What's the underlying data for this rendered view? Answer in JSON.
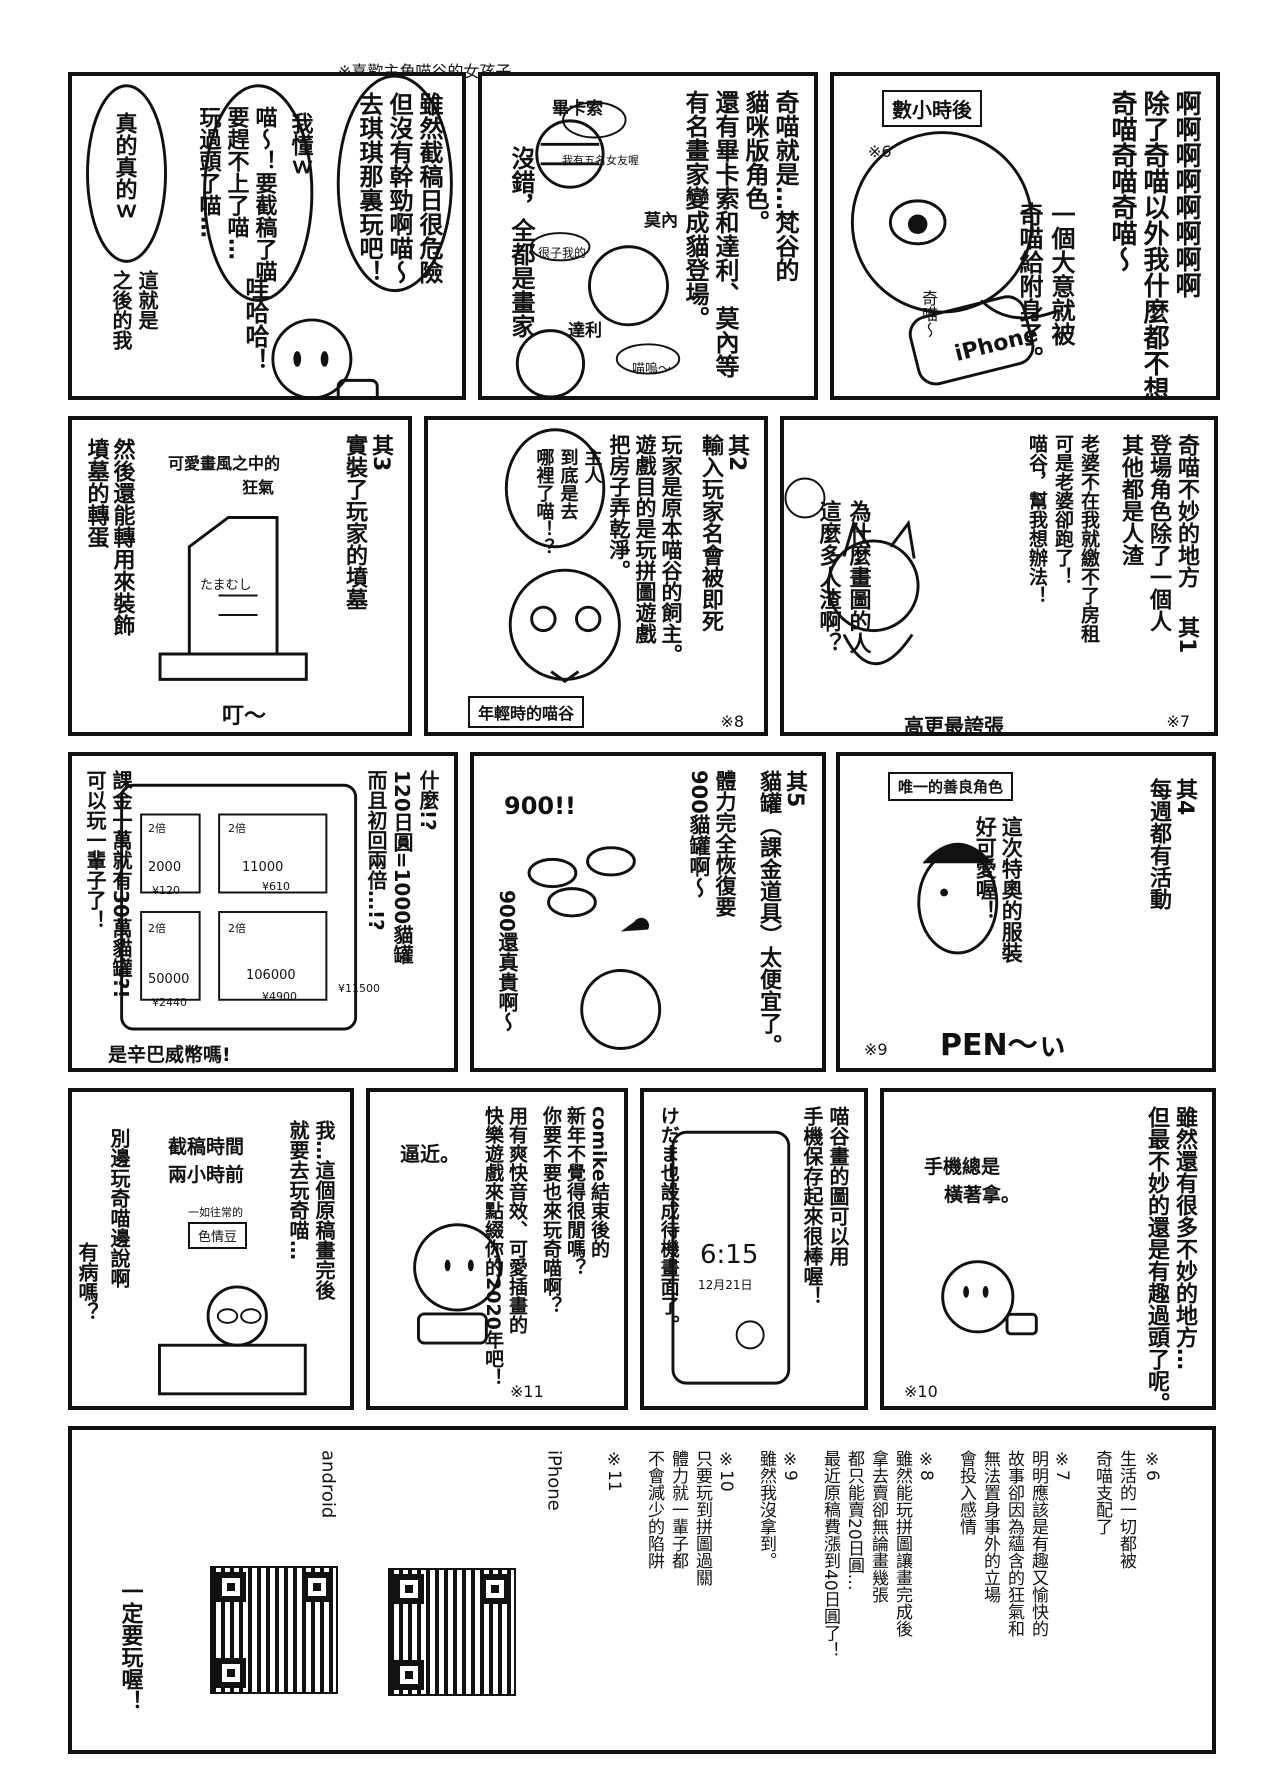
{
  "header": {
    "caption": "※喜歡主角喵谷的女孩子"
  },
  "row1": {
    "p1": {
      "heading": "數小時後",
      "line1": "啊啊啊啊啊啊啊啊",
      "line2": "除了奇喵以外我什麼都不想做",
      "line3": "奇喵奇喵奇喵～",
      "line4": "一個大意就被",
      "line5": "奇喵給附身了。",
      "bubble": "奇喵～",
      "phone_label": "iPhone",
      "note_mark": "※6"
    },
    "p2": {
      "line1": "奇喵就是…梵谷的",
      "line2": "貓咪版角色。",
      "line3": "還有畢卡索和達利、莫內等",
      "line4": "有名畫家變成貓登場。",
      "line5": "沒錯，全都是畫家",
      "name_picasso": "畢卡索",
      "bubble_picasso": "我有五名女友喔",
      "name_monet": "莫內",
      "bubble_monet": "很子我的",
      "name_dali": "達利",
      "bubble_dali": "喵嗚～"
    },
    "p3": {
      "bubble1": "雖然截稿日很危險",
      "bubble2": "但沒有幹勁啊喵～",
      "bubble3": "去琪琪那裏玩吧！",
      "bubble4": "我懂ｗ",
      "bubble5": "喵～！要截稿了喵",
      "bubble6": "要趕不上了喵…",
      "bubble7": "玩過頭了喵…",
      "bubble8": "真的真的ｗ",
      "caption1": "這就是",
      "caption2": "之後的我",
      "sfx": "哇哈哈！"
    }
  },
  "row2": {
    "p1": {
      "line1": "奇喵不妙的地方",
      "line2": "其1",
      "line3": "登場角色除了一個人",
      "line4": "其他都是人渣",
      "bubble1": "老婆不在我就繳不了房租",
      "bubble2": "可是老婆卻跑了！",
      "bubble3": "喵谷，幫我想辦法！",
      "line5": "為什麼畫圖的人",
      "line6": "這麼多人渣啊？",
      "caption": "高更最誇張",
      "note_mark": "※7"
    },
    "p2": {
      "line1": "其2",
      "line2": "輸入玩家名會被即死",
      "line3": "玩家是原本喵谷的飼主。",
      "line4": "遊戲目的是玩拼圖遊戲",
      "line5": "把房子弄乾淨。",
      "bubble1": "主人",
      "bubble2": "到底是去",
      "bubble3": "哪裡了喵！？",
      "caption": "年輕時的喵谷",
      "note_mark": "※8"
    },
    "p3": {
      "line1": "其3",
      "line2": "實裝了玩家的墳墓",
      "line3": "然後還能轉用來裝飾",
      "line4": "墳墓的轉蛋",
      "caption1": "可愛畫風之中的",
      "caption2": "狂氣",
      "grave": "たまむし",
      "sfx": "叮～"
    }
  },
  "row3": {
    "p1": {
      "line1": "其4",
      "line2": "每週都有活動",
      "line3": "這次特奧的服裝",
      "line4": "好可愛喔！",
      "caption": "唯一的善良角色",
      "sfx": "PEN～ぃ",
      "note_mark": "※9"
    },
    "p2": {
      "line1": "其5",
      "line2": "貓罐（課金道具）太便宜了。",
      "line3": "體力完全恢復要",
      "line4": "900貓罐啊～",
      "line5": "900還真貴啊～",
      "sfx": "900!!"
    },
    "p3": {
      "line1": "什麼!?",
      "line2": "120日圓=1000貓罐",
      "line3": "而且初回兩倍…!?",
      "line4": "課金一萬就有30萬貓罐?!",
      "line5": "可以玩一輩子了！",
      "caption": "是辛巴威幣嗎!",
      "shop": [
        "2倍",
        "2倍",
        "2倍",
        "2倍",
        "2000",
        "11000",
        "¥610",
        "¥120",
        "50000",
        "106000",
        "¥4900",
        "¥2440",
        "¥11500"
      ]
    }
  },
  "row4": {
    "p1": {
      "line1": "雖然還有很多不妙的地方…",
      "line2": "但最不妙的還是有趣過頭了呢。",
      "caption1": "手機總是",
      "caption2": "橫著拿。",
      "note_mark": "※10"
    },
    "p2": {
      "line1": "喵谷畫的圖可以用",
      "line2": "手機保存起來很棒喔！",
      "line3": "けだま也設成待機畫面了。",
      "clock": "6:15",
      "date": "12月21日"
    },
    "p3": {
      "line1": "comike結束後的",
      "line2": "新年不覺得很閒嗎？",
      "line3": "你要不要也來玩奇喵啊？",
      "line4": "用有爽快音效、可愛插畫的",
      "line5": "快樂遊戲來點綴你的2020年吧！",
      "caption": "逼近。",
      "note_mark": "※11"
    },
    "p4": {
      "caption1": "截稿時間",
      "caption2": "兩小時前",
      "bubble1": "我…這個原稿畫完後",
      "bubble2": "就要去玩奇喵…",
      "line1": "別邊玩奇喵邊說啊",
      "label_small": "一如往常的",
      "label_box": "色情豆",
      "sfx": "有病嗎？"
    }
  },
  "footer": {
    "notes": [
      "※6",
      "生活的一切都被",
      "奇喵支配了",
      "※7",
      "明明應該是有趣又愉快的",
      "故事卻因為蘊含的狂氣和",
      "無法置身事外的立場",
      "會投入感情",
      "※8",
      "雖然能玩拼圖讓畫完成後",
      "拿去賣卻無論畫幾張",
      "都只能賣20日圓…",
      "最近原稿費漲到40日圓了！",
      "※9",
      "雖然我沒拿到。",
      "※10",
      "只要玩到拼圖過關",
      "體力就一輩子都",
      "不會減少的陷阱",
      "※11"
    ],
    "label_iphone": "iPhone",
    "label_android": "android",
    "closing": "一定要玩喔！"
  }
}
